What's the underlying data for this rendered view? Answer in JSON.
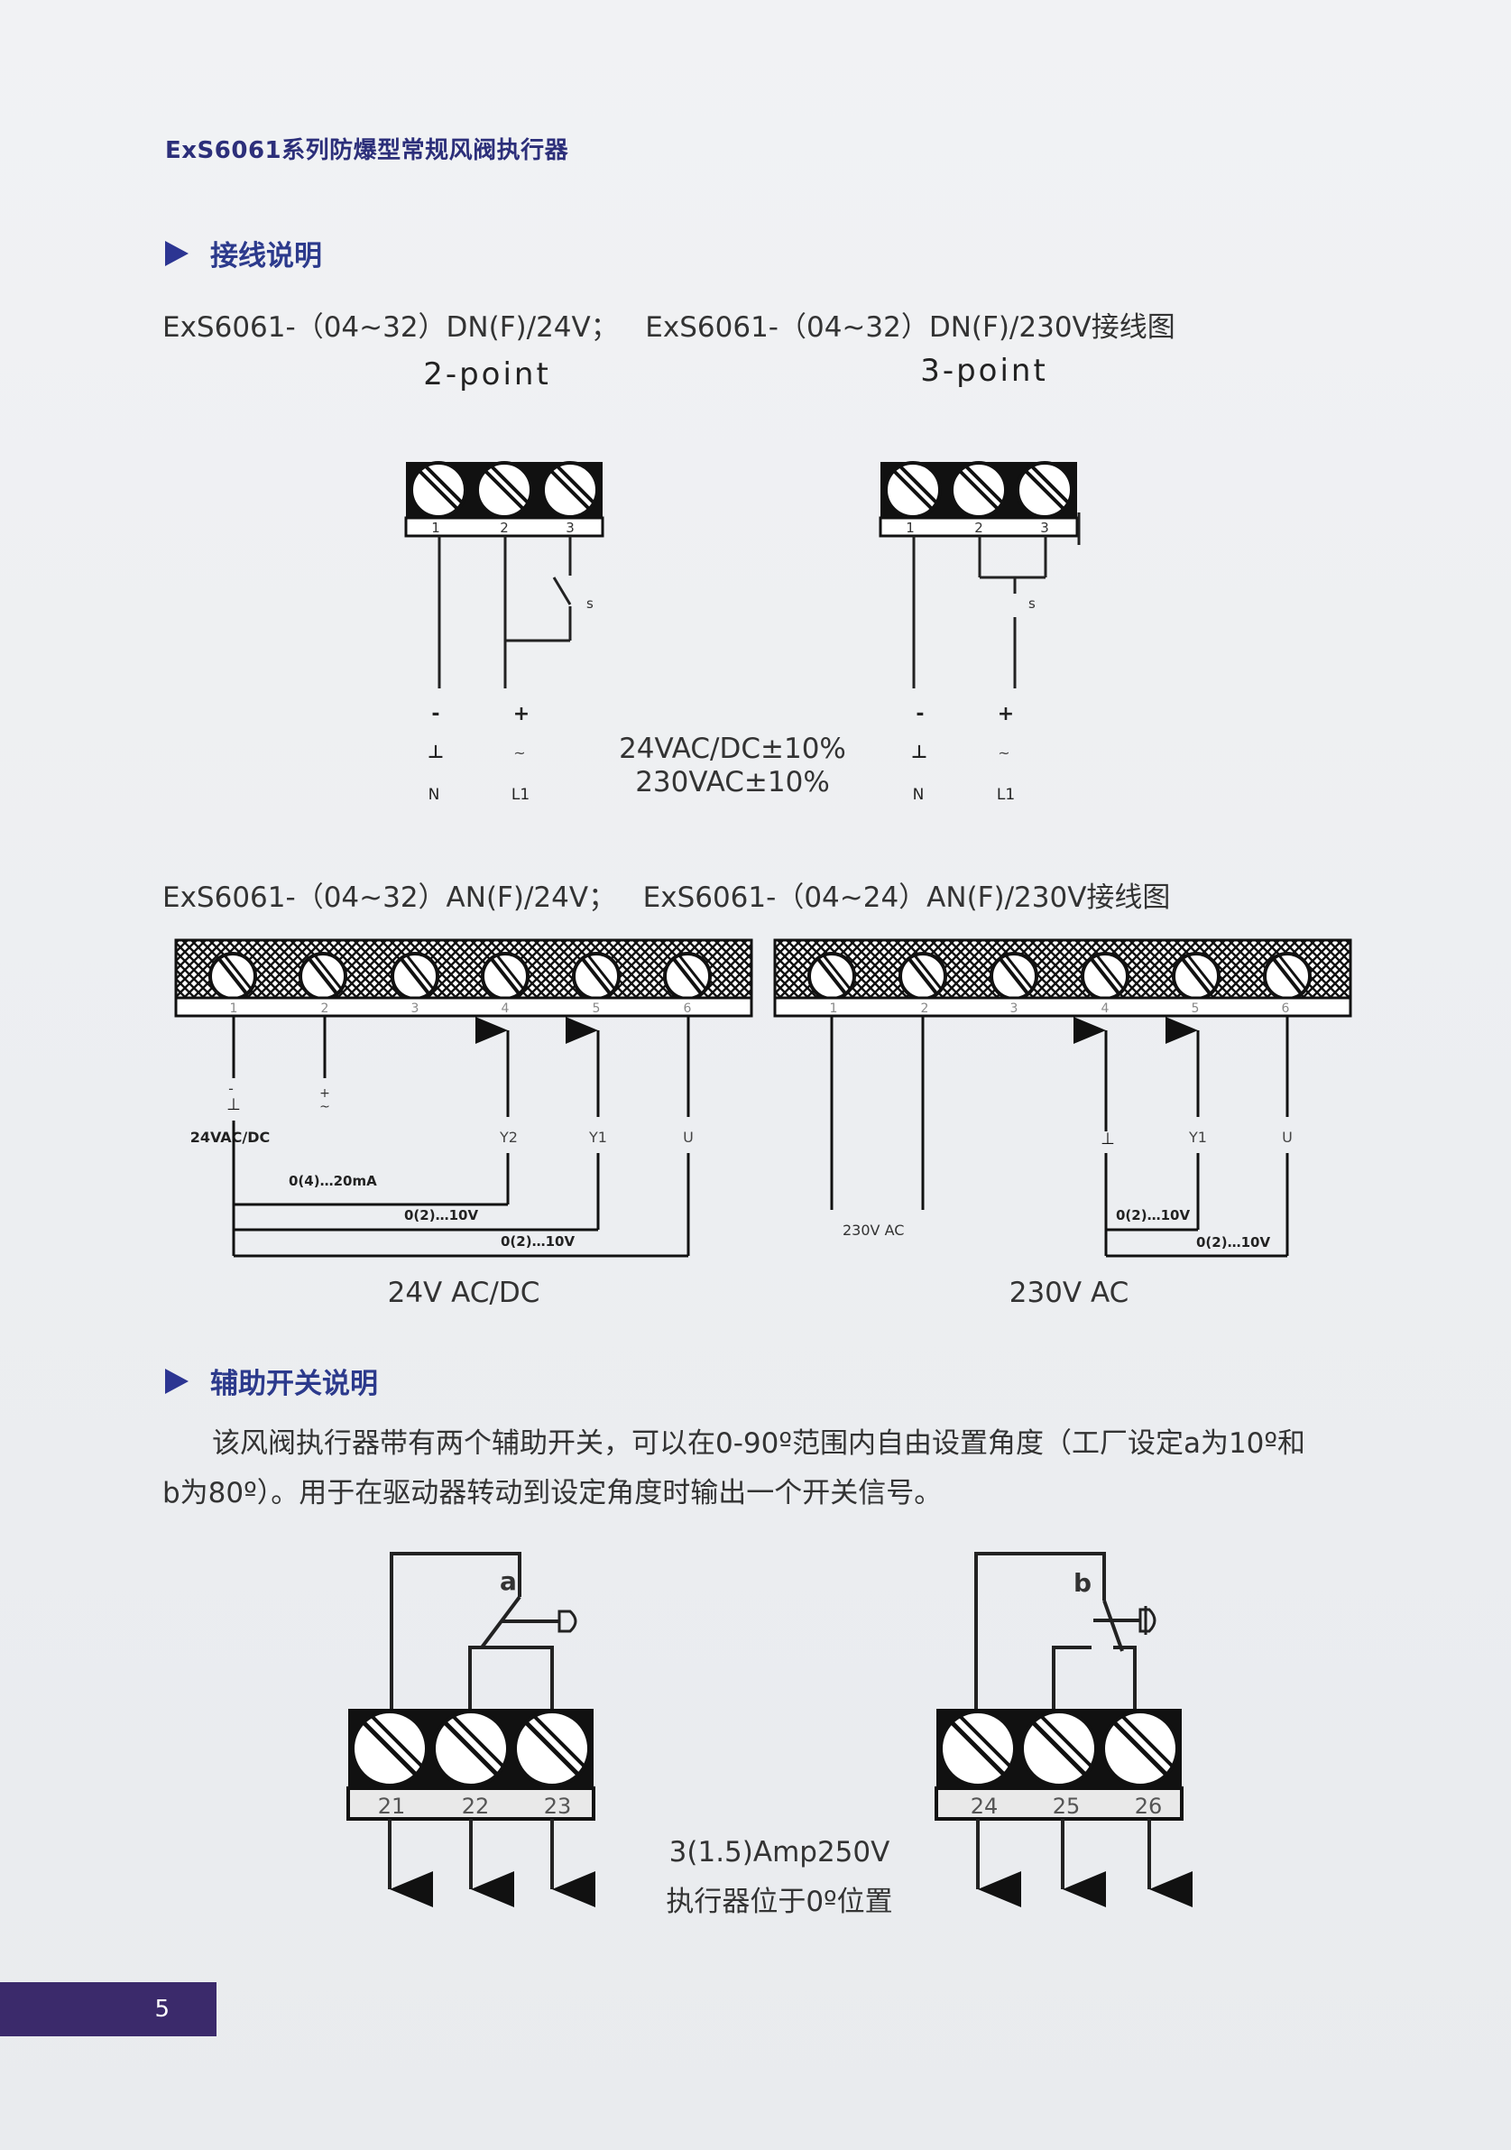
{
  "header": {
    "doc_title": "ExS6061系列防爆型常规风阀执行器"
  },
  "wiring_section": {
    "heading": "接线说明",
    "model_line_1": "ExS6061-（04~32）DN(F)/24V；   ExS6061-（04~32）DN(F)/230V接线图",
    "two_point": {
      "title": "2-point",
      "terminals": [
        "1",
        "2",
        "3"
      ],
      "switch_label": "s",
      "left_labels": [
        "-",
        "⊥",
        "N"
      ],
      "right_labels": [
        "+",
        "~",
        "L1"
      ]
    },
    "three_point": {
      "title": "3-point",
      "terminals": [
        "1",
        "2",
        "3"
      ],
      "switch_label": "s",
      "left_labels": [
        "-",
        "⊥",
        "N"
      ],
      "right_labels": [
        "+",
        "~",
        "L1"
      ]
    },
    "supply_line_1": "24VAC/DC±10%",
    "supply_line_2": "230VAC±10%",
    "model_line_2": "ExS6061-（04~32）AN(F)/24V；   ExS6061-（04~24）AN(F)/230V接线图",
    "an_24v": {
      "terminals": [
        "1",
        "2",
        "3",
        "4",
        "5",
        "6"
      ],
      "minus": "-",
      "ground": "⊥",
      "plus": "+",
      "tilde": "~",
      "supply": "24VAC/DC",
      "y2": "Y2",
      "y1": "Y1",
      "u": "U",
      "sig_ma": "0(4)…20mA",
      "sig_v1": "0(2)…10V",
      "sig_v2": "0(2)…10V",
      "caption": "24V AC/DC"
    },
    "an_230v": {
      "terminals": [
        "1",
        "2",
        "3",
        "4",
        "5",
        "6"
      ],
      "supply": "230V AC",
      "ground": "⊥",
      "y1": "Y1",
      "u": "U",
      "sig_v1": "0(2)…10V",
      "sig_v2": "0(2)…10V",
      "caption": "230V AC"
    }
  },
  "aux_section": {
    "heading": "辅助开关说明",
    "para_line_1": "该风阀执行器带有两个辅助开关，可以在0-90º范围内自由设置角度（工厂设定a为10º和",
    "para_line_2": "b为80º）。用于在驱动器转动到设定角度时输出一个开关信号。",
    "switch_a": {
      "label": "a",
      "terminals": [
        "21",
        "22",
        "23"
      ]
    },
    "switch_b": {
      "label": "b",
      "terminals": [
        "24",
        "25",
        "26"
      ]
    },
    "rating": "3(1.5)Amp250V",
    "position_note": "执行器位于0º位置"
  },
  "footer": {
    "page_number": "5"
  },
  "colors": {
    "heading": "#2c3a8c",
    "page_tab": "#3b2a6b"
  }
}
